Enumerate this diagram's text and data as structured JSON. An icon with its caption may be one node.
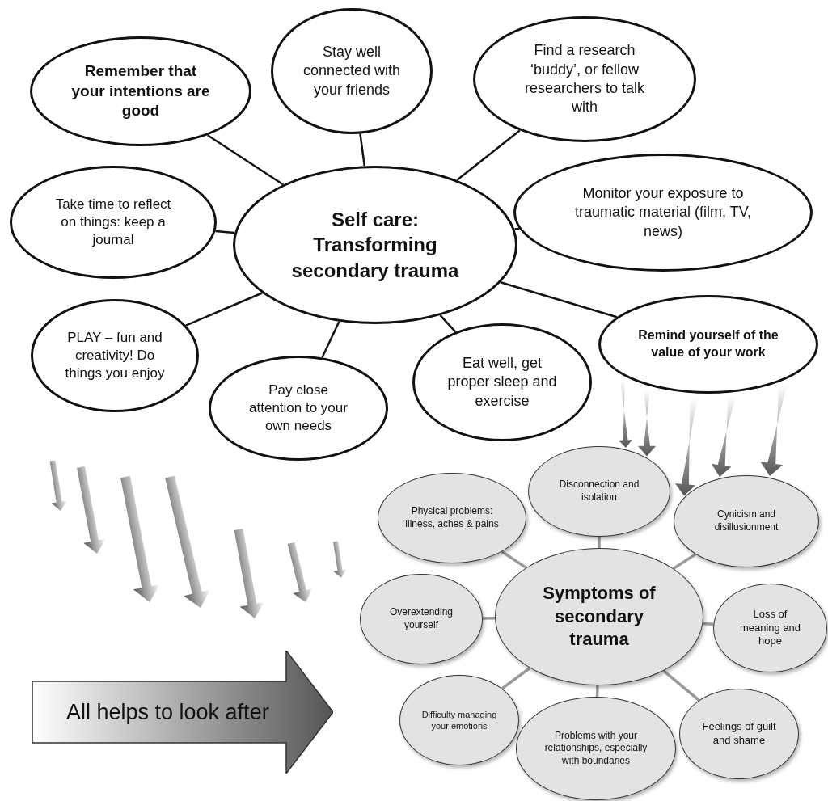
{
  "diagram": {
    "nodes": [
      {
        "text": [
          "Self care: Transforming secondary trauma"
        ]
      },
      {
        "text": [
          "Remember that your intentions are good"
        ]
      },
      {
        "text": [
          "Stay well connected with your friends"
        ]
      },
      {
        "text": [
          "Find a research ‘buddy’, or fellow researchers to talk with"
        ]
      },
      {
        "text": [
          "Take time to reflect on things: keep a journal"
        ]
      },
      {
        "text": [
          "Monitor your exposure to traumatic material (film, TV, news)"
        ]
      },
      {
        "text": [
          "PLAY – fun and creativity! Do things you enjoy"
        ]
      },
      {
        "text": [
          "Pay close attention to your own needs"
        ]
      },
      {
        "text": [
          "Eat well, get proper sleep and exercise"
        ]
      },
      {
        "text": [
          "Remind yourself of the value of your work"
        ]
      },
      {
        "text": [
          "Symptoms of secondary trauma"
        ]
      },
      {
        "text": [
          "Physical problems: illness, aches & pains"
        ]
      },
      {
        "text": [
          "Disconnection and isolation"
        ]
      },
      {
        "text": [
          "Cynicism and disillusionment"
        ]
      },
      {
        "text": [
          "Overextending yourself"
        ]
      },
      {
        "text": [
          "Loss of meaning and hope"
        ]
      },
      {
        "text": [
          "Difficulty managing your emotions"
        ]
      },
      {
        "text": [
          "Problems with your relationships, especially with boundaries"
        ]
      },
      {
        "text": [
          "Feelings of guilt and shame"
        ]
      },
      {
        "text": [
          "All helps to look after"
        ]
      }
    ],
    "edges": [
      {
        "from": 0,
        "to": 1,
        "arrow": "none"
      },
      {
        "from": 0,
        "to": 2,
        "arrow": "none"
      },
      {
        "from": 0,
        "to": 3,
        "arrow": "none"
      },
      {
        "from": 0,
        "to": 4,
        "arrow": "none"
      },
      {
        "from": 0,
        "to": 5,
        "arrow": "none"
      },
      {
        "from": 0,
        "to": 6,
        "arrow": "none"
      },
      {
        "from": 0,
        "to": 7,
        "arrow": "none"
      },
      {
        "from": 0,
        "to": 8,
        "arrow": "none"
      },
      {
        "from": 0,
        "to": 9,
        "arrow": "none"
      },
      {
        "from": 10,
        "to": 11,
        "arrow": "none",
        "color": "#999999"
      },
      {
        "from": 10,
        "to": 12,
        "arrow": "none",
        "color": "#999999"
      },
      {
        "from": 10,
        "to": 13,
        "arrow": "none",
        "color": "#999999"
      },
      {
        "from": 10,
        "to": 14,
        "arrow": "none",
        "color": "#999999"
      },
      {
        "from": 10,
        "to": 15,
        "arrow": "none",
        "color": "#999999"
      },
      {
        "from": 10,
        "to": 16,
        "arrow": "none",
        "color": "#999999"
      },
      {
        "from": 10,
        "to": 17,
        "arrow": "none",
        "color": "#999999"
      },
      {
        "from": 10,
        "to": 18,
        "arrow": "none",
        "color": "#999999"
      },
      {
        "from": 9,
        "to": 12,
        "arrow": "to",
        "style": "thick"
      },
      {
        "from": 9,
        "to": 12,
        "arrow": "to",
        "style": "thick"
      },
      {
        "from": 9,
        "to": 13,
        "arrow": "to",
        "style": "thick"
      },
      {
        "from": 9,
        "to": 13,
        "arrow": "to",
        "style": "thick"
      },
      {
        "from": 9,
        "to": 13,
        "arrow": "to",
        "style": "thick"
      }
    ]
  }
}
